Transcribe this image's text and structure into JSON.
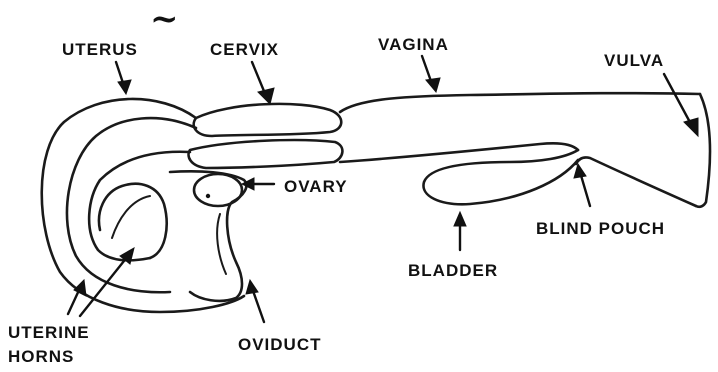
{
  "diagram": {
    "top_mark": "~",
    "labels": {
      "uterus": "UTERUS",
      "cervix": "CERVIX",
      "vagina": "VAGINA",
      "vulva": "VULVA",
      "ovary": "OVARY",
      "blind_pouch": "BLIND POUCH",
      "bladder": "BLADDER",
      "uterine_line1": "UTERINE",
      "uterine_line2": "HORNS",
      "oviduct": "OVIDUCT"
    }
  }
}
